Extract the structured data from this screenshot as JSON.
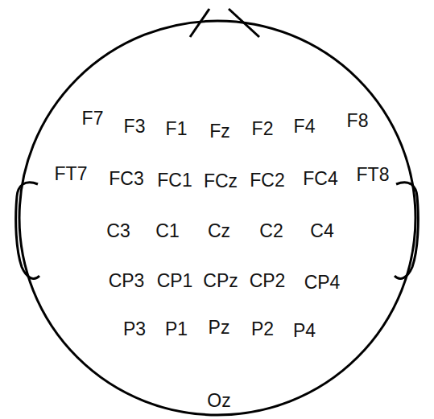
{
  "diagram": {
    "labels": [
      "F7",
      "F3",
      "F1",
      "Fz",
      "F2",
      "F4",
      "F8",
      "FT7",
      "FC3",
      "FC1",
      "FCz",
      "FC2",
      "FC4",
      "FT8",
      "C3",
      "C1",
      "Cz",
      "C2",
      "C4",
      "CP3",
      "CP1",
      "CPz",
      "CP2",
      "CP4",
      "P3",
      "P1",
      "Pz",
      "P2",
      "P4",
      "Oz"
    ]
  }
}
